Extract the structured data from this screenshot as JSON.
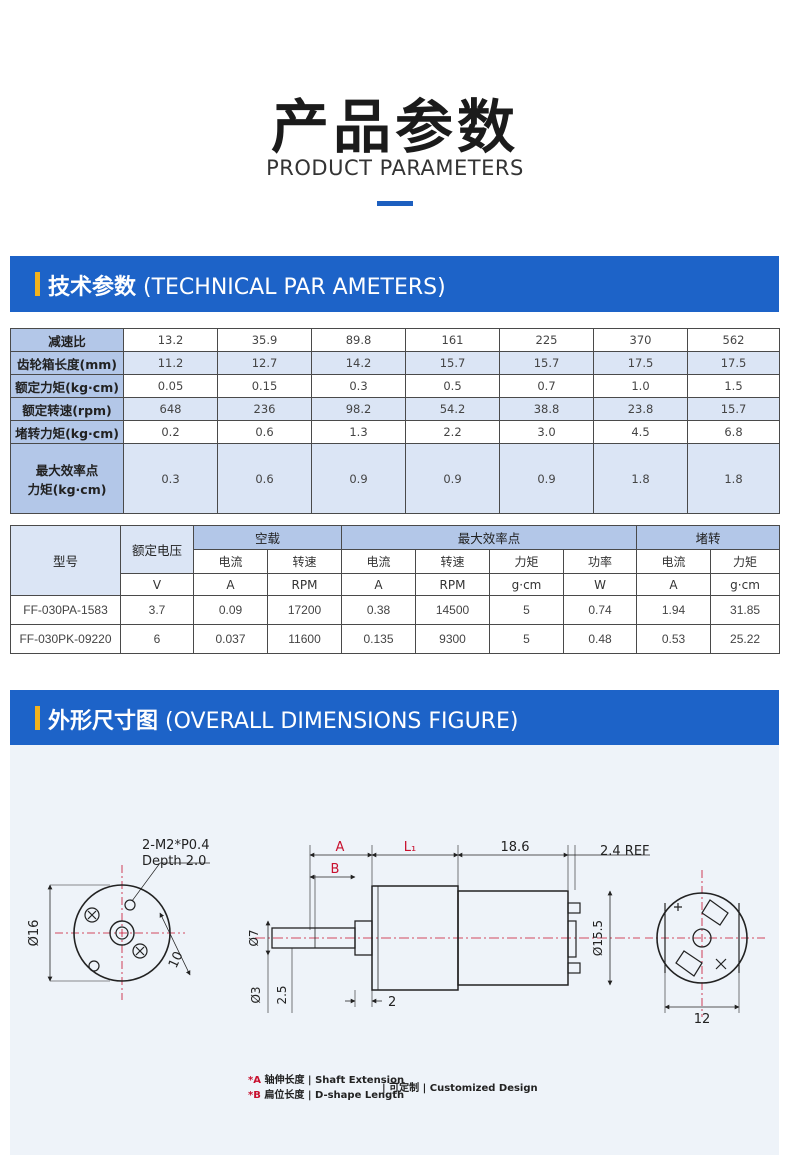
{
  "hero": {
    "title": "产品参数",
    "subtitle": "PRODUCT PARAMETERS"
  },
  "section1": {
    "cn": "技术参数",
    "en": " (TECHNICAL PAR AMETERS)"
  },
  "section2": {
    "cn": "外形尺寸图",
    "en": " (OVERALL DIMENSIONS FIGURE)"
  },
  "table1": {
    "rows": [
      {
        "label": "减速比",
        "values": [
          "13.2",
          "35.9",
          "89.8",
          "161",
          "225",
          "370",
          "562"
        ]
      },
      {
        "label": "齿轮箱长度(mm)",
        "values": [
          "11.2",
          "12.7",
          "14.2",
          "15.7",
          "15.7",
          "17.5",
          "17.5"
        ]
      },
      {
        "label": "额定力矩(kg·cm)",
        "values": [
          "0.05",
          "0.15",
          "0.3",
          "0.5",
          "0.7",
          "1.0",
          "1.5"
        ]
      },
      {
        "label": "额定转速(rpm)",
        "values": [
          "648",
          "236",
          "98.2",
          "54.2",
          "38.8",
          "23.8",
          "15.7"
        ]
      },
      {
        "label": "堵转力矩(kg·cm)",
        "values": [
          "0.2",
          "0.6",
          "1.3",
          "2.2",
          "3.0",
          "4.5",
          "6.8"
        ]
      }
    ],
    "last_row": {
      "label_line1": "最大效率点",
      "label_line2": "力矩(kg·cm)",
      "values": [
        "0.3",
        "0.6",
        "0.9",
        "0.9",
        "0.9",
        "1.8",
        "1.8"
      ]
    }
  },
  "table2": {
    "model": "型号",
    "voltage": "额定电压",
    "no_load": "空载",
    "max_eff": "最大效率点",
    "stall": "堵转",
    "sub_headers": [
      "电流",
      "转速",
      "电流",
      "转速",
      "力矩",
      "功率",
      "电流",
      "力矩"
    ],
    "units": [
      "V",
      "A",
      "RPM",
      "A",
      "RPM",
      "g·cm",
      "W",
      "A",
      "g·cm"
    ],
    "rows": [
      [
        "FF-030PA-1583",
        "3.7",
        "0.09",
        "17200",
        "0.38",
        "14500",
        "5",
        "0.74",
        "1.94",
        "31.85"
      ],
      [
        "FF-030PK-09220",
        "6",
        "0.037",
        "11600",
        "0.135",
        "9300",
        "5",
        "0.48",
        "0.53",
        "25.22"
      ]
    ]
  },
  "drawing": {
    "thread_note": "2-M2*P0.4",
    "depth_note": "Depth 2.0",
    "dia16": "Ø16",
    "ten": "10",
    "dim_A": "A",
    "dim_B": "B",
    "dim_L1": "L₁",
    "dim_186": "18.6",
    "dim_24ref": "2.4 REF",
    "dia7": "Ø7",
    "dia3": "Ø3",
    "dim_25": "2.5",
    "dim_2": "2",
    "dia155": "Ø15.5",
    "dim_12": "12",
    "legend_A_mark": "*A",
    "legend_A_text": " 轴伸长度 | Shaft Extension",
    "legend_B_mark": "*B",
    "legend_B_text": " 扁位长度 | D-shape Length",
    "legend_custom": "| 可定制 | Customized Design"
  },
  "colors": {
    "band": "#1d63c8",
    "accent": "#f3b21c",
    "header_cell": "#b3c7e8",
    "alt_row": "#dbe5f5",
    "dim_red": "#c8102e"
  }
}
